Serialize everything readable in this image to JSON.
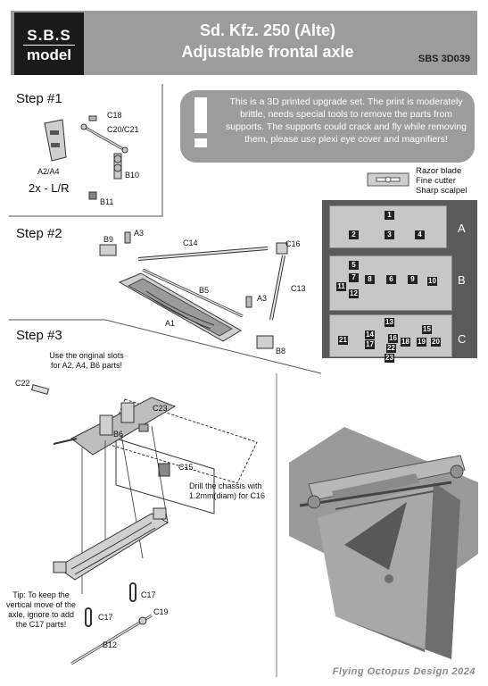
{
  "header": {
    "logo_line1": "S.B.S",
    "logo_line2": "model",
    "title_line1": "Sd. Kfz. 250 (Alte)",
    "title_line2": "Adjustable frontal axle",
    "code": "SBS 3D039"
  },
  "steps": {
    "step1": "Step #1",
    "step2": "Step #2",
    "step3": "Step #3"
  },
  "notice": {
    "text": "This is a 3D printed upgrade set. The print is moderately brittle, needs special tools to remove the parts from supports. The supports could crack and fly while removing them, please use plexi eye cover and magnifiers!"
  },
  "tools": {
    "line1": "Razor blade",
    "line2": "Fine cutter",
    "line3": "Sharp scalpel"
  },
  "step1_labels": {
    "c18": "C18",
    "c20c21": "C20/C21",
    "a2a4": "A2/A4",
    "b10": "B10",
    "qty": "2x - L/R",
    "b11": "B11"
  },
  "step2_labels": {
    "b9": "B9",
    "a3_top": "A3",
    "c14": "C14",
    "c16": "C16",
    "c13": "C13",
    "b5": "B5",
    "a3_bottom": "A3",
    "a1": "A1",
    "b8": "B8"
  },
  "step3_labels": {
    "c22": "C22",
    "c23": "C23",
    "b6": "B6",
    "c15": "C15",
    "c17_right": "C17",
    "c17_left": "C17",
    "c19": "C19",
    "b12": "B12"
  },
  "step3_notes": {
    "slots": "Use the original slots for A2, A4, B6 parts!",
    "drill": "Drill the chassis with 1.2mm(diam) for C16",
    "tip": "Tip: To keep the vertical move of the axle, ignore to add the C17 parts!"
  },
  "sprue": {
    "letters": [
      "A",
      "B",
      "C"
    ],
    "a_nums": [
      "1",
      "2",
      "3",
      "4"
    ],
    "b_nums": [
      "5",
      "7",
      "8",
      "6",
      "9",
      "10",
      "11",
      "12"
    ],
    "c_nums": [
      "13",
      "14",
      "15",
      "21",
      "17",
      "16",
      "18",
      "19",
      "20",
      "22",
      "23"
    ]
  },
  "footer": "Flying Octopus Design 2024"
}
